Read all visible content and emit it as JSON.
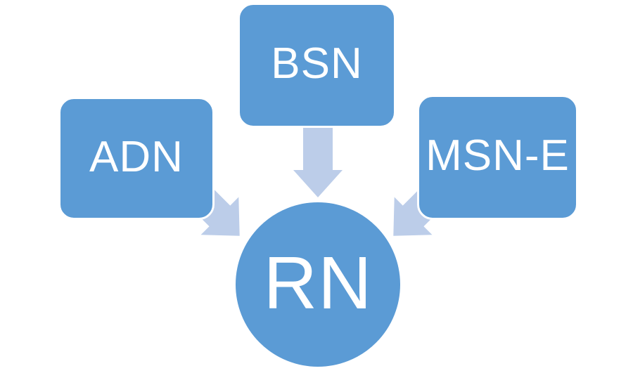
{
  "diagram": {
    "type": "converging-flow",
    "background_color": "#ffffff",
    "nodes": [
      {
        "id": "adn",
        "label": "ADN",
        "shape": "rounded-rectangle"
      },
      {
        "id": "bsn",
        "label": "BSN",
        "shape": "rounded-rectangle"
      },
      {
        "id": "msne",
        "label": "MSN-E",
        "shape": "rounded-rectangle"
      },
      {
        "id": "rn",
        "label": "RN",
        "shape": "circle"
      }
    ],
    "connections": [
      {
        "from": "ADN",
        "to": "RN",
        "style": "block-arrow",
        "direction": "down-right"
      },
      {
        "from": "BSN",
        "to": "RN",
        "style": "block-arrow",
        "direction": "down"
      },
      {
        "from": "MSN-E",
        "to": "RN",
        "style": "block-arrow",
        "direction": "down-left"
      }
    ],
    "colors": {
      "node_fill": "#5b9bd5",
      "node_border": "#ffffff",
      "node_text": "#ffffff",
      "arrow_fill": "#bccde9"
    }
  }
}
